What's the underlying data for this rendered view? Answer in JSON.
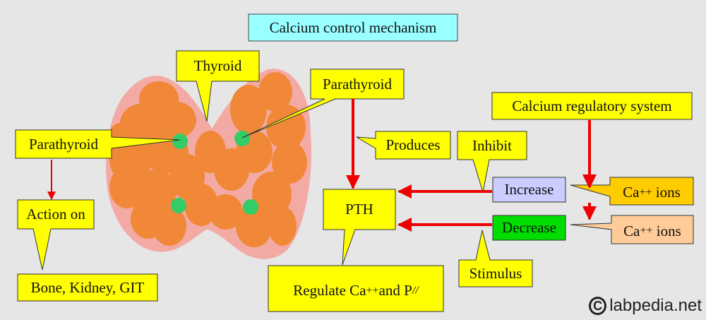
{
  "title": "Calcium control mechanism",
  "labels": {
    "thyroid": "Thyroid",
    "parathyroid_left": "Parathyroid",
    "parathyroid_top": "Parathyroid",
    "action_on": "Action on",
    "targets": "Bone, Kidney, GIT",
    "produces": "Produces",
    "pth": "PTH",
    "regulate_prefix": "Regulate Ca",
    "regulate_sup1": "++",
    "regulate_mid": "and P",
    "regulate_sup2": "//",
    "inhibit": "Inhibit",
    "stimulus": "Stimulus",
    "increase": "Increase",
    "decrease": "Decrease",
    "calcium_system": "Calcium regulatory system",
    "ca_prefix_1": "Ca",
    "ca_sup_1": "++",
    "ca_suffix_1": " ions",
    "ca_prefix_2": "Ca",
    "ca_sup_2": "++",
    "ca_suffix_2": " ions"
  },
  "watermark": "labpedia.net",
  "watermark_symbol": "C",
  "colors": {
    "background": "#e6e6e6",
    "title_box": "#99ffff",
    "callout": "#ffff00",
    "increase_box": "#ccccff",
    "decrease_box": "#00dd00",
    "ca_high": "#ffcc00",
    "ca_low": "#ffcc99",
    "arrow": "#ee0000",
    "gland": "#f08838",
    "gland_halo": "#f4aaa4",
    "parathyroid_dot": "#33cc66"
  }
}
